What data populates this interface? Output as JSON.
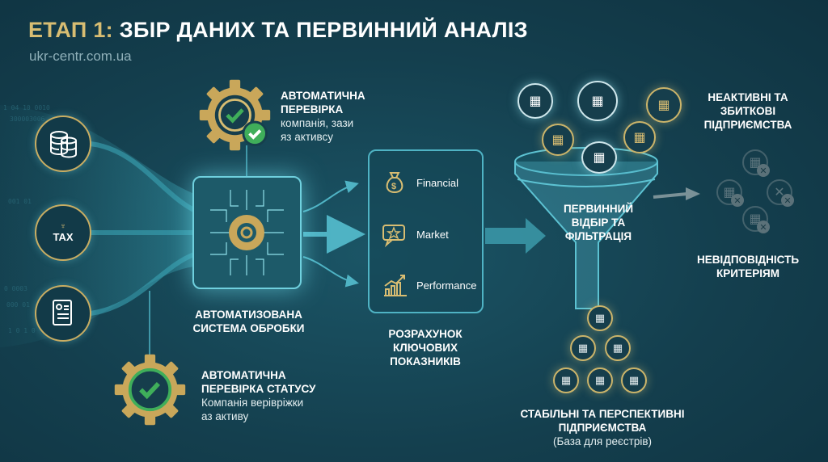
{
  "header": {
    "title_prefix": "ЕТАП 1:",
    "title_main": "ЗБІР ДАНИХ ТА ПЕРВИННИЙ АНАЛІЗ",
    "url": "ukr-centr.com.ua"
  },
  "sources": [
    {
      "icon": "database-icon"
    },
    {
      "icon": "tax-icon",
      "label": "TAX"
    },
    {
      "icon": "document-icon"
    }
  ],
  "auto_check_top": {
    "title_line1": "АВТОМАТИЧНА",
    "title_line2": "ПЕРЕВІРКА",
    "sub_line1": "компанія, зази",
    "sub_line2": "яз активсу"
  },
  "processor": {
    "line1": "АВТОМАТИЗОВАНА",
    "line2": "СИСТЕМА ОБРОБКИ"
  },
  "auto_check_bottom": {
    "title_line1": "АВТОМАТИЧНА",
    "title_line2": "ПЕРЕВІРКА СТАТУСУ",
    "sub_line1": "Компанія верівріжки",
    "sub_line2": "аз активу"
  },
  "metrics": {
    "items": [
      {
        "label": "Financial",
        "icon": "money-bag-icon"
      },
      {
        "label": "Market",
        "icon": "star-chat-icon"
      },
      {
        "label": "Performance",
        "icon": "growth-chart-icon"
      }
    ],
    "caption_line1": "РОЗРАХУНОК",
    "caption_line2": "КЛЮЧОВИХ",
    "caption_line3": "ПОКАЗНИКІВ"
  },
  "funnel": {
    "line1": "ПЕРВИННИЙ",
    "line2": "ВІДБІР ТА",
    "line3": "ФІЛЬТРАЦІЯ"
  },
  "rejected": {
    "top_line1": "НЕАКТИВНІ ТА",
    "top_line2": "ЗБИТКОВІ",
    "top_line3": "ПІДПРИЄМСТВА",
    "bottom_line1": "НЕВІДПОВІДНІСТЬ",
    "bottom_line2": "КРИТЕРІЯМ"
  },
  "accepted": {
    "line1": "СТАБІЛЬНІ ТА ПЕРСПЕКТИВНІ",
    "line2": "ПІДПРИЄМСТВА",
    "line3": "(База для реєстрів)"
  },
  "colors": {
    "gold": "#d8bd72",
    "accent": "#4fb3c4",
    "background": "#143f4e",
    "check": "#3fae5a"
  }
}
